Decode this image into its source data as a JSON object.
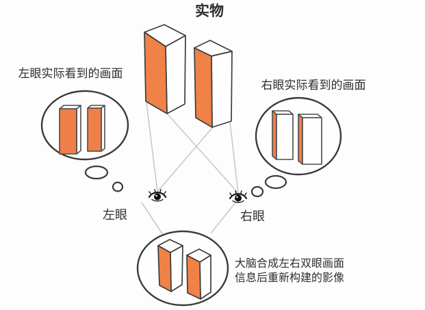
{
  "title": "实物",
  "labels": {
    "left_view": "左眼实际看到的画面",
    "right_view": "右眼实际看到的画面",
    "left_eye": "左眼",
    "right_eye": "右眼"
  },
  "caption": {
    "line1": "大脑合成左右双眼画面",
    "line2": "信息后重新构建的影像"
  },
  "colors": {
    "block_orange": "#F08248",
    "outline_dark": "#3C3C3C",
    "circle_stroke": "#3A3A3A",
    "sight_line_gray": "#C9C9C9",
    "text_dark": "#2E2E2E",
    "background": "#FDFDFD"
  },
  "icons": {
    "left_eye": "eye-icon",
    "right_eye": "eye-icon"
  }
}
